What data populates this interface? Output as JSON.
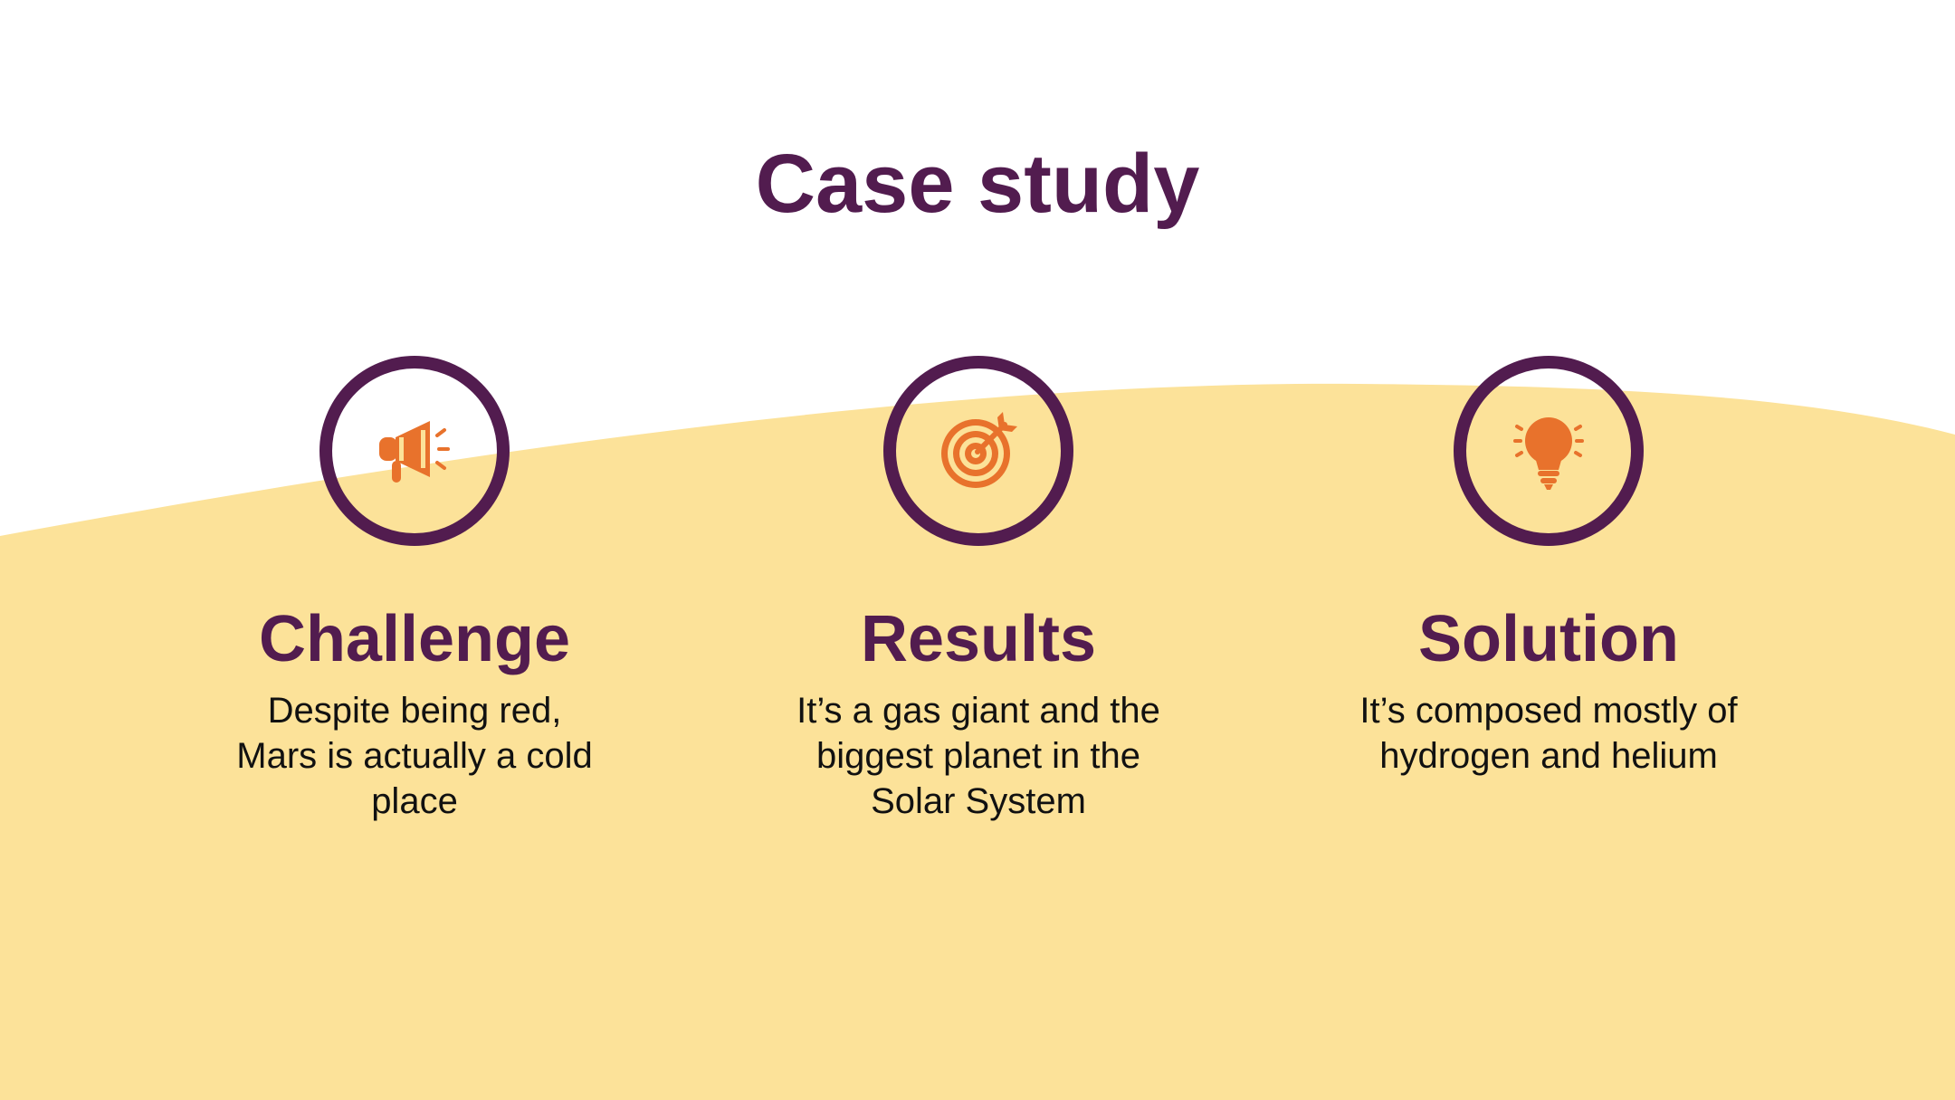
{
  "slide": {
    "title": "Case study",
    "colors": {
      "background": "#ffffff",
      "wave": "#fce299",
      "primary": "#521c4f",
      "icon": "#e8722c",
      "body_text": "#111111"
    },
    "cards": [
      {
        "icon": "megaphone-icon",
        "title": "Challenge",
        "text": "Despite being red, Mars is actually a cold place"
      },
      {
        "icon": "target-icon",
        "title": "Results",
        "text": "It’s a gas giant and the biggest planet in the Solar System"
      },
      {
        "icon": "lightbulb-icon",
        "title": "Solution",
        "text": "It’s composed mostly of hydrogen and helium"
      }
    ]
  }
}
